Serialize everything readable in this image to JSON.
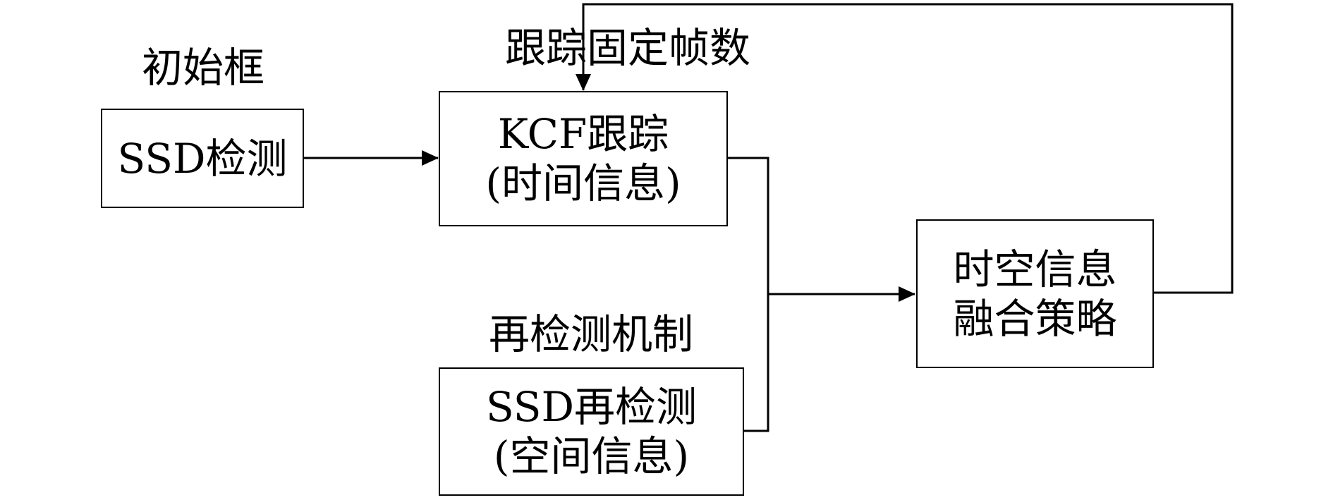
{
  "diagram": {
    "nodes": {
      "ssd_detect": {
        "lines": [
          "SSD检测"
        ]
      },
      "kcf_track": {
        "lines": [
          "KCF跟踪",
          "(时间信息)"
        ]
      },
      "ssd_redetect": {
        "lines": [
          "SSD再检测",
          "(空间信息)"
        ]
      },
      "fusion": {
        "lines": [
          "时空信息",
          "融合策略"
        ]
      }
    },
    "labels": {
      "initial_box": "初始框",
      "track_fixed_frames": "跟踪固定帧数",
      "redetect_mechanism": "再检测机制"
    },
    "edges": [
      {
        "from": "ssd_detect",
        "to": "kcf_track"
      },
      {
        "from": "kcf_track",
        "to": "fusion"
      },
      {
        "from": "ssd_redetect",
        "to": "fusion"
      },
      {
        "from": "fusion",
        "to": "kcf_track"
      }
    ],
    "colors": {
      "stroke": "#000000",
      "background": "#ffffff"
    }
  }
}
